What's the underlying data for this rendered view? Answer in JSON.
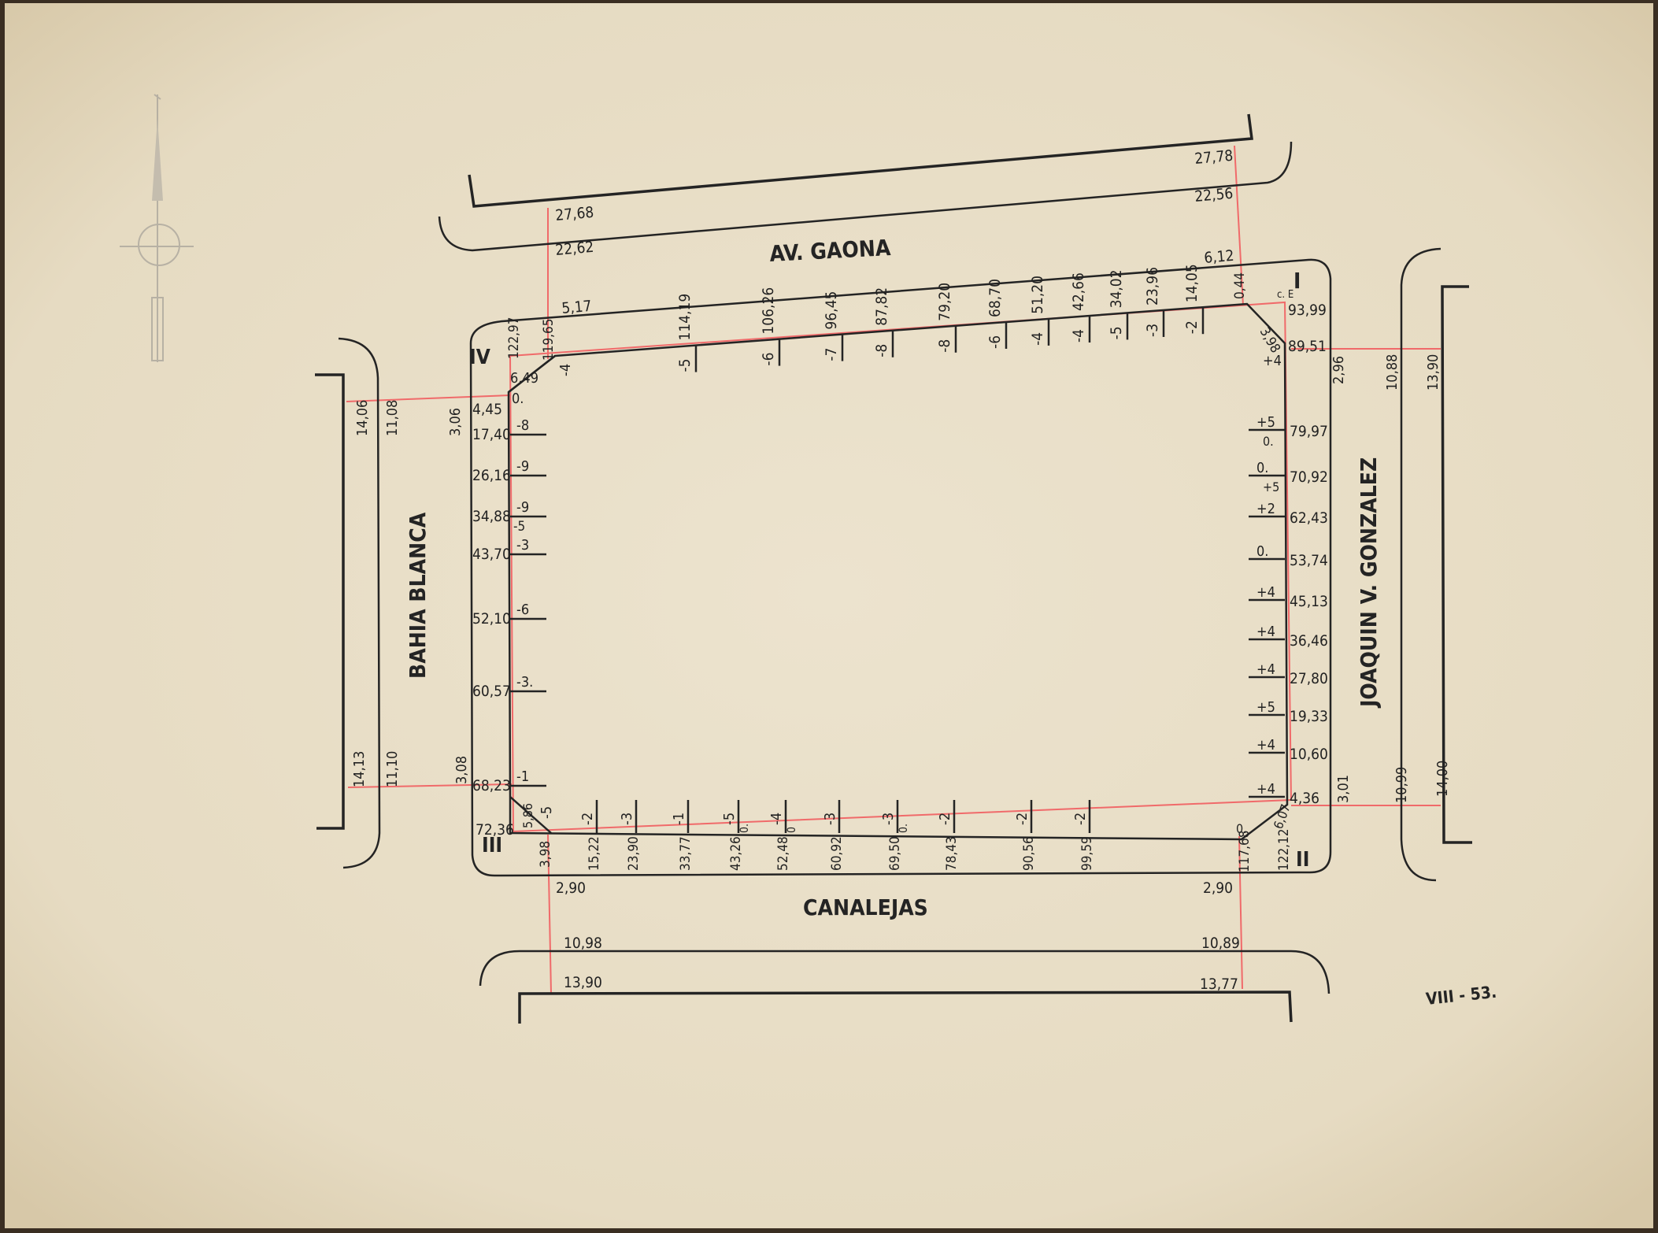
{
  "sheet_code": "VIII - 53.",
  "streets": {
    "north": "AV. GAONA",
    "south": "CANALEJAS",
    "west": "BAHIA BLANCA",
    "east": "JOAQUIN V. GONZALEZ"
  },
  "corners": {
    "c1": "I",
    "c1_note": "c. E",
    "c2": "II",
    "c3": "III",
    "c4": "IV"
  },
  "north_side": {
    "corner_right_dist": "93,99",
    "corner_chamfer": "3,98",
    "corner_left_dist": "122,97",
    "corner_left_chamfer": "6,49",
    "corner_left_inner": "119,65",
    "corner_left_offset": "-4",
    "right_zero": "0,44",
    "offsets": [
      {
        "dist": "114,19",
        "offset": "-5"
      },
      {
        "dist": "106,26",
        "offset": "-6"
      },
      {
        "dist": "96,45",
        "offset": "-7"
      },
      {
        "dist": "87,82",
        "offset": "-8"
      },
      {
        "dist": "79,20",
        "offset": "-8"
      },
      {
        "dist": "68,70",
        "offset": "-6"
      },
      {
        "dist": "51,20",
        "offset": "-4"
      },
      {
        "dist": "42,66",
        "offset": "-4"
      },
      {
        "dist": "34,02",
        "offset": "-5"
      },
      {
        "dist": "23,96",
        "offset": "-3"
      },
      {
        "dist": "14,05",
        "offset": "-2"
      }
    ]
  },
  "east_side": {
    "corner_top_dist": "89,51",
    "corner_top_offset": "+4",
    "corner_bottom_chamfer": "6,07",
    "corner_bottom_dist": "122,12",
    "corner_bottom_zero": "0.",
    "offsets": [
      {
        "dist": "79,97",
        "offset": "+5",
        "offset2": "0."
      },
      {
        "dist": "70,92",
        "offset": "0.",
        "offset2": "+5"
      },
      {
        "dist": "62,43",
        "offset": "+2"
      },
      {
        "dist": "53,74",
        "offset": "0."
      },
      {
        "dist": "45,13",
        "offset": "+4"
      },
      {
        "dist": "36,46",
        "offset": "+4"
      },
      {
        "dist": "27,80",
        "offset": "+4"
      },
      {
        "dist": "19,33",
        "offset": "+5"
      },
      {
        "dist": "10,60",
        "offset": "+4"
      },
      {
        "dist": "4,36",
        "offset": "+4"
      }
    ]
  },
  "south_side": {
    "corner_left_dist": "3,98",
    "corner_left_chamfer": "5,86",
    "corner_left_offset": "-5",
    "corner_right_dist": "117,68",
    "offsets": [
      {
        "dist": "15,22",
        "offset": "-2"
      },
      {
        "dist": "23,90",
        "offset": "-3"
      },
      {
        "dist": "33,77",
        "offset": "-1"
      },
      {
        "dist": "43,26",
        "offset": "-5",
        "offset2": "0."
      },
      {
        "dist": "52,48",
        "offset": "-4",
        "offset2": "0"
      },
      {
        "dist": "60,92",
        "offset": "-3"
      },
      {
        "dist": "69,50",
        "offset": "-3",
        "offset2": "0."
      },
      {
        "dist": "78,43",
        "offset": "-2"
      },
      {
        "dist": "90,56",
        "offset": "-2"
      },
      {
        "dist": "99,59",
        "offset": "-2"
      }
    ]
  },
  "west_side": {
    "corner_top_dist": "4,45",
    "corner_top_zero": "0.",
    "corner_bottom_dist": "72,36",
    "offsets": [
      {
        "dist": "17,40",
        "offset": "-8"
      },
      {
        "dist": "26,16",
        "offset": "-9"
      },
      {
        "dist": "34,88",
        "offset": "-9",
        "offset2": "-5"
      },
      {
        "dist": "43,70",
        "offset": "-3"
      },
      {
        "dist": "52,10",
        "offset": "-6"
      },
      {
        "dist": "60,57",
        "offset": "-3."
      },
      {
        "dist": "68,23",
        "offset": "-1"
      }
    ]
  },
  "street_widths": {
    "north_left": {
      "building": "27,68",
      "curb": "22,62",
      "sidewalk": "5,17"
    },
    "north_right": {
      "building": "27,78",
      "curb": "22,56",
      "sidewalk": "6,12"
    },
    "south_left": {
      "sidewalk": "2,90",
      "curb": "10,98",
      "building": "13,90"
    },
    "south_right": {
      "sidewalk": "2,90",
      "curb": "10,89",
      "building": "13,77"
    },
    "west_top": {
      "building": "14,06",
      "curb": "11,08",
      "sidewalk": "3,06"
    },
    "west_bottom": {
      "building": "14,13",
      "curb": "11,10",
      "sidewalk": "3,08"
    },
    "east_top": {
      "sidewalk": "2,96",
      "curb": "10,88",
      "building": "13,90"
    },
    "east_bottom": {
      "sidewalk": "3,01",
      "curb": "10,99",
      "building": "14,00"
    }
  },
  "colors": {
    "paper": "#e9dfc9",
    "ink": "#242424",
    "survey_line": "#f06a6a",
    "border": "#3a2e22"
  }
}
